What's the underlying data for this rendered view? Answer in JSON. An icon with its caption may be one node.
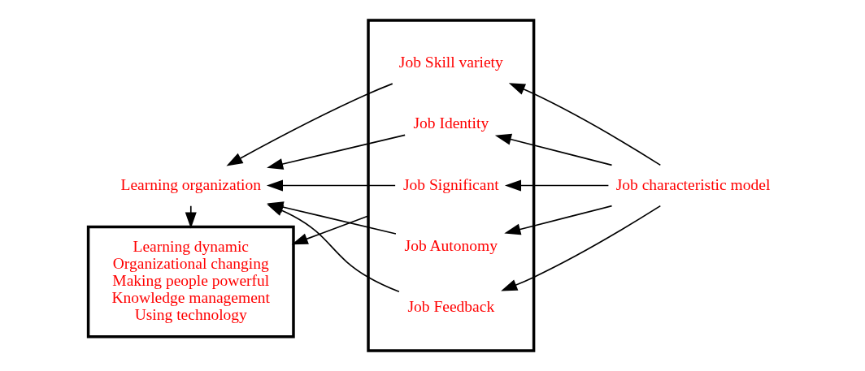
{
  "diagram": {
    "nodes": [
      {
        "text": [
          "Learning organization"
        ]
      },
      {
        "text": [],
        "shape": "box"
      },
      {
        "text": [
          "Job Skill variety"
        ],
        "in": 1
      },
      {
        "text": [
          "Job Identity"
        ],
        "in": 1
      },
      {
        "text": [
          "Job Significant"
        ],
        "in": 1
      },
      {
        "text": [
          "Job Autonomy"
        ],
        "in": 1
      },
      {
        "text": [
          "Job Feedback"
        ],
        "in": 1
      },
      {
        "text": [
          "Job characteristic model"
        ]
      },
      {
        "text": [
          "Learning dynamic",
          "Organizational changing",
          "Making people powerful",
          "Knowledge management",
          "Using technology"
        ]
      }
    ],
    "edges": [
      {
        "from": 7,
        "to": 2,
        "arrow": "to"
      },
      {
        "from": 7,
        "to": 3,
        "arrow": "to"
      },
      {
        "from": 7,
        "to": 4,
        "arrow": "to"
      },
      {
        "from": 7,
        "to": 5,
        "arrow": "to"
      },
      {
        "from": 7,
        "to": 6,
        "arrow": "to"
      },
      {
        "from": 2,
        "to": 0,
        "arrow": "to"
      },
      {
        "from": 3,
        "to": 0,
        "arrow": "to"
      },
      {
        "from": 4,
        "to": 0,
        "arrow": "to"
      },
      {
        "from": 5,
        "to": 0,
        "arrow": "to"
      },
      {
        "from": 6,
        "to": 0,
        "arrow": "to"
      },
      {
        "from": 0,
        "to": 8,
        "arrow": "to"
      },
      {
        "from": 1,
        "to": 8,
        "arrow": "to"
      }
    ]
  }
}
